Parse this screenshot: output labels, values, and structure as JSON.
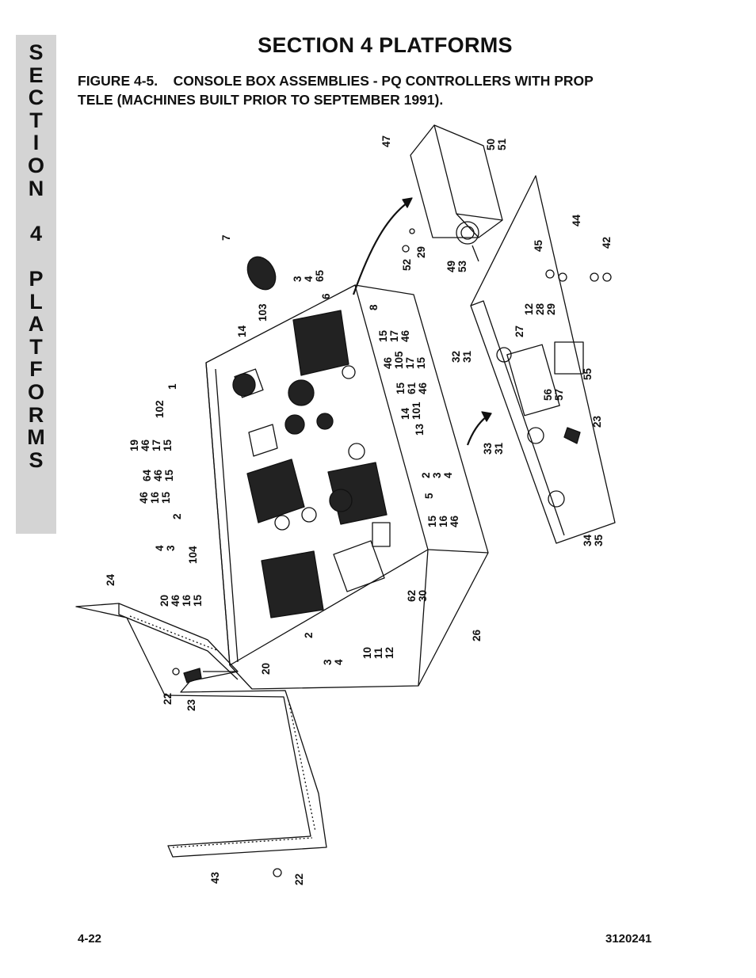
{
  "section_tab": {
    "letters": [
      "S",
      "E",
      "C",
      "T",
      "I",
      "O",
      "N",
      "",
      "4",
      "",
      "P",
      "L",
      "A",
      "T",
      "F",
      "O",
      "R",
      "M",
      "S"
    ]
  },
  "header": {
    "title": "SECTION 4  PLATFORMS"
  },
  "figure": {
    "caption_line1": "FIGURE 4-5.    CONSOLE BOX ASSEMBLIES - PQ CONTROLLERS WITH PROP",
    "caption_line2": "TELE (MACHINES BUILT PRIOR TO SEPTEMBER 1991).",
    "callouts": [
      {
        "id": "c47",
        "text": "47"
      },
      {
        "id": "c50-51",
        "text": "50\n51"
      },
      {
        "id": "c52",
        "text": "52"
      },
      {
        "id": "c29a",
        "text": "29"
      },
      {
        "id": "c49-53",
        "text": "49\n53"
      },
      {
        "id": "c44",
        "text": "44"
      },
      {
        "id": "c45",
        "text": "45"
      },
      {
        "id": "c42",
        "text": "42"
      },
      {
        "id": "c7",
        "text": "7"
      },
      {
        "id": "c3-4-65",
        "text": "3\n4\n65"
      },
      {
        "id": "c6",
        "text": "6"
      },
      {
        "id": "c8",
        "text": "8"
      },
      {
        "id": "c103",
        "text": "103"
      },
      {
        "id": "c14a",
        "text": "14"
      },
      {
        "id": "c1",
        "text": "1"
      },
      {
        "id": "c15-17-46",
        "text": "15\n17\n46"
      },
      {
        "id": "c46-105-17-15",
        "text": "46\n105\n17\n15"
      },
      {
        "id": "c15-61-46",
        "text": "15\n61\n46"
      },
      {
        "id": "c14-101",
        "text": "14\n101"
      },
      {
        "id": "c13",
        "text": "13"
      },
      {
        "id": "c12-28-29",
        "text": "12\n28\n29"
      },
      {
        "id": "c27",
        "text": "27"
      },
      {
        "id": "c32-31",
        "text": "32\n31"
      },
      {
        "id": "c55",
        "text": "55"
      },
      {
        "id": "c56-57",
        "text": "56\n57"
      },
      {
        "id": "c102",
        "text": "102"
      },
      {
        "id": "c19-46-17-15",
        "text": "19\n46\n17\n15"
      },
      {
        "id": "c64-46-15",
        "text": "64\n46\n15"
      },
      {
        "id": "c46-16-15",
        "text": "46\n16\n15"
      },
      {
        "id": "c2a",
        "text": "2"
      },
      {
        "id": "c2-3-4",
        "text": "2\n3\n4"
      },
      {
        "id": "c5",
        "text": "5"
      },
      {
        "id": "c33-31",
        "text": "33\n31"
      },
      {
        "id": "c23a",
        "text": "23"
      },
      {
        "id": "c15-16-46",
        "text": "15\n16\n46"
      },
      {
        "id": "c4-3",
        "text": "4\n3"
      },
      {
        "id": "c104",
        "text": "104"
      },
      {
        "id": "c34-35",
        "text": "34\n35"
      },
      {
        "id": "c24",
        "text": "24"
      },
      {
        "id": "c20-46-16-15",
        "text": "20\n46\n16\n15"
      },
      {
        "id": "c62-30",
        "text": "62\n30"
      },
      {
        "id": "c26",
        "text": "26"
      },
      {
        "id": "c2b",
        "text": "2"
      },
      {
        "id": "c10-11-12",
        "text": "10\n11\n12"
      },
      {
        "id": "c3-4",
        "text": "3\n4"
      },
      {
        "id": "c20b",
        "text": "20"
      },
      {
        "id": "c22a",
        "text": "22"
      },
      {
        "id": "c23b",
        "text": "23"
      },
      {
        "id": "c43",
        "text": "43"
      },
      {
        "id": "c22b",
        "text": "22"
      }
    ]
  },
  "footer": {
    "page_number": "4-22",
    "doc_number": "3120241"
  }
}
